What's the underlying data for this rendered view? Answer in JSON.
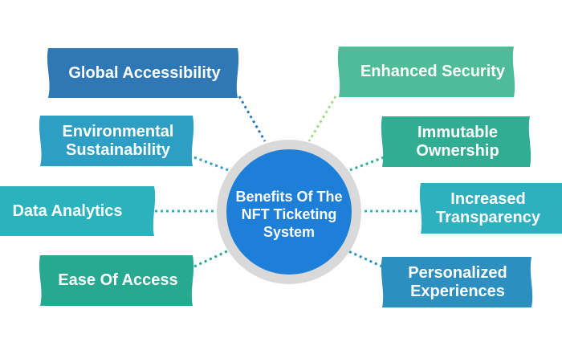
{
  "center": {
    "title": "Benefits Of The NFT Ticketing System"
  },
  "benefits": [
    {
      "label": "Global Accessibility",
      "color": "#2f78b5"
    },
    {
      "label": "Environmental Sustainability",
      "color": "#2d9fc4"
    },
    {
      "label": "Data Analytics",
      "color": "#2ab2bd"
    },
    {
      "label": "Ease Of Access",
      "color": "#27a890"
    },
    {
      "label": "Enhanced Security",
      "color": "#4ebc99"
    },
    {
      "label": "Immutable Ownership",
      "color": "#31ad94"
    },
    {
      "label": "Increased Transparency",
      "color": "#2eb0bf"
    },
    {
      "label": "Personalized Experiences",
      "color": "#2d8fbf"
    }
  ],
  "colors": {
    "center_fill": "#1e7fd8",
    "center_ring": "#d9d9d9"
  }
}
